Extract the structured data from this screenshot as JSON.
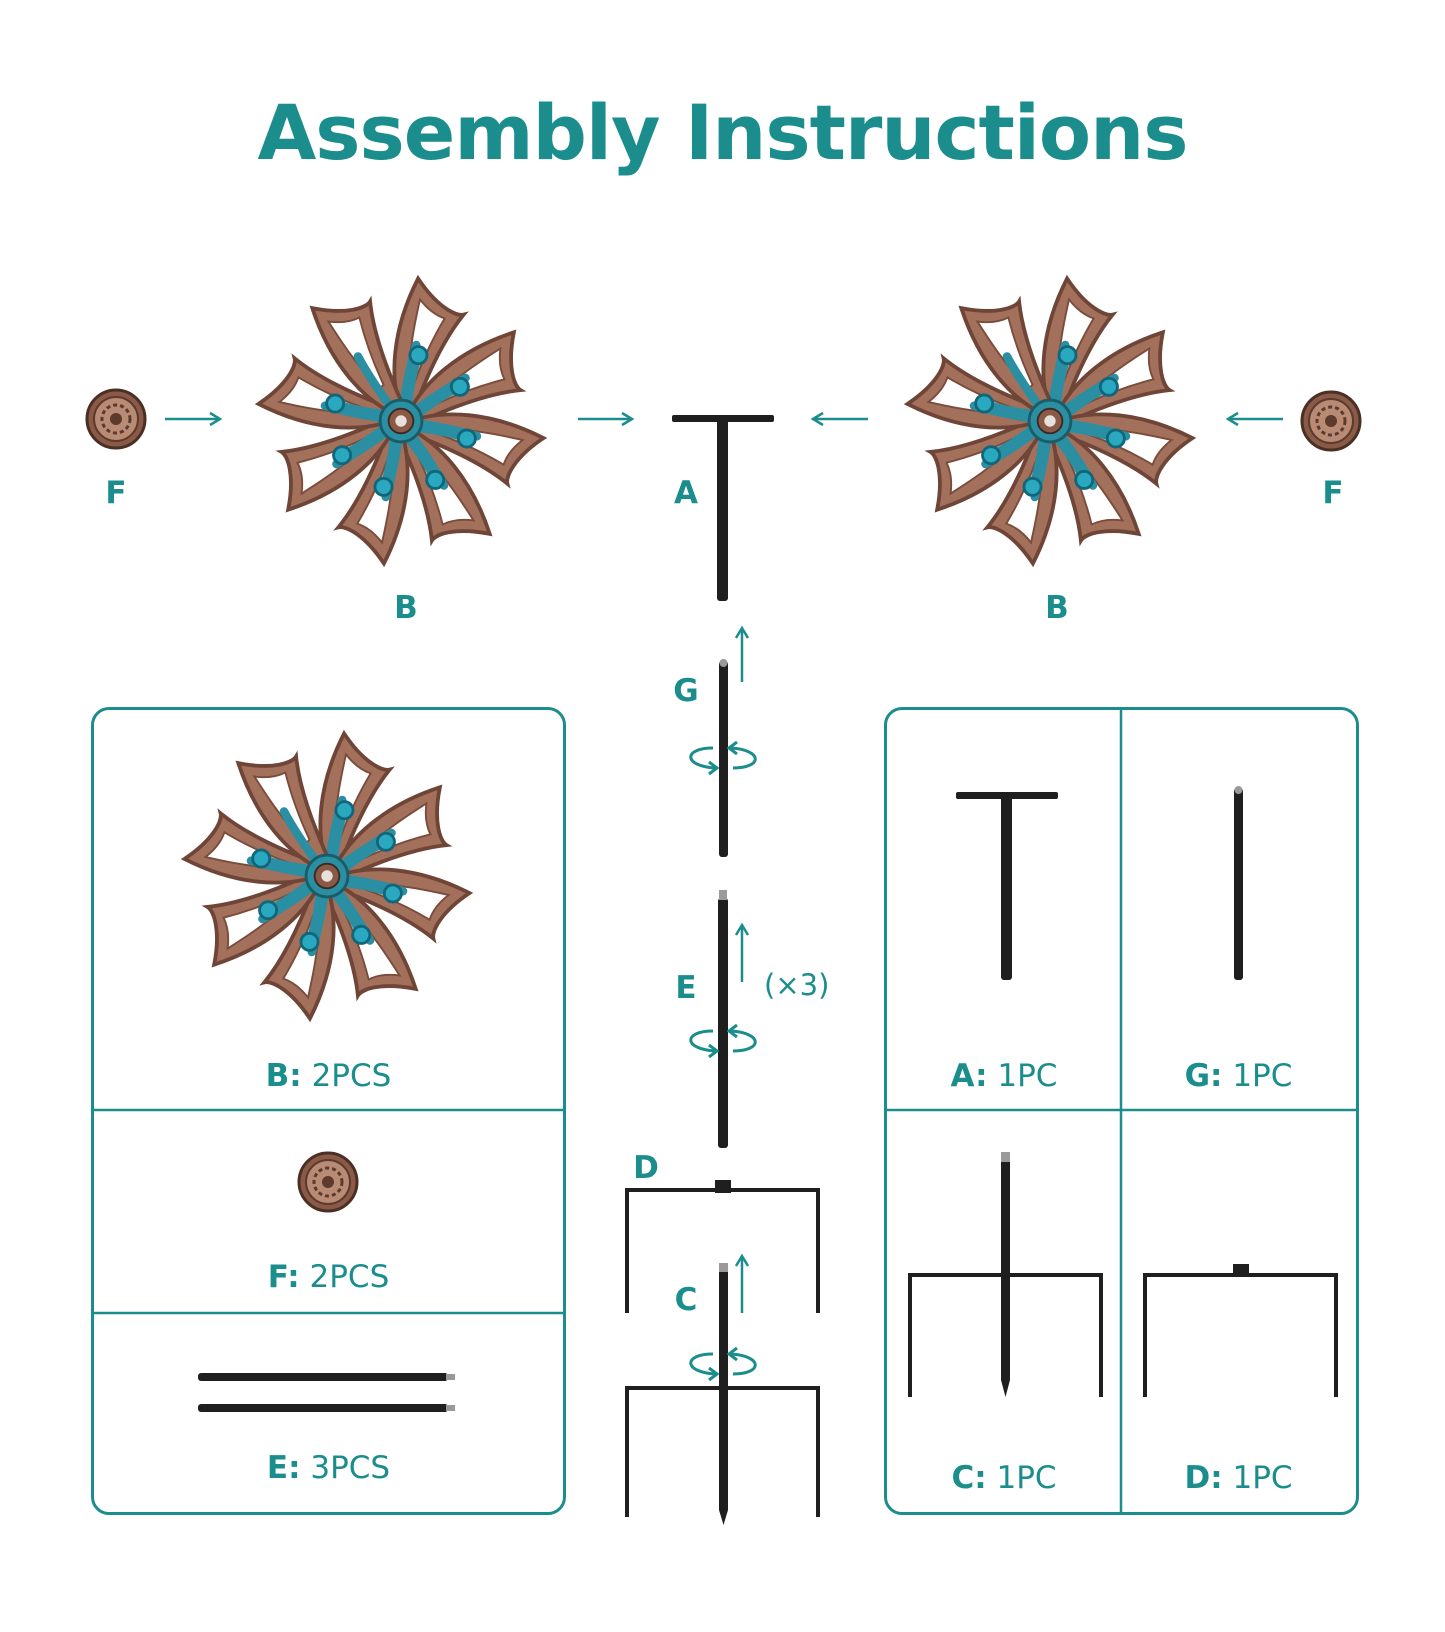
{
  "title": "Assembly Instructions",
  "colors": {
    "accent": "#1b8d8c",
    "copper": "#a3705c",
    "copper_dark": "#6e4536",
    "teal_gem": "#2aa8c0",
    "pole": "#1f1f1f"
  },
  "diagram_labels": {
    "f_left": "F",
    "b_left": "B",
    "a": "A",
    "b_right": "B",
    "f_right": "F",
    "g": "G",
    "e": "E",
    "e_count": "(×3)",
    "d": "D",
    "c": "C"
  },
  "left_panel": {
    "b": {
      "letter": "B:",
      "qty": "2PCS"
    },
    "f": {
      "letter": "F:",
      "qty": "2PCS"
    },
    "e": {
      "letter": "E:",
      "qty": "3PCS"
    }
  },
  "right_panel": {
    "a": {
      "letter": "A:",
      "qty": "1PC"
    },
    "g": {
      "letter": "G:",
      "qty": "1PC"
    },
    "c": {
      "letter": "C:",
      "qty": "1PC"
    },
    "d": {
      "letter": "D:",
      "qty": "1PC"
    }
  },
  "icons": [
    "pinwheel-icon",
    "end-cap-icon",
    "arrow-icon",
    "rotate-icon",
    "t-pole-icon",
    "rod-icon",
    "stake-icon",
    "frame-icon"
  ]
}
